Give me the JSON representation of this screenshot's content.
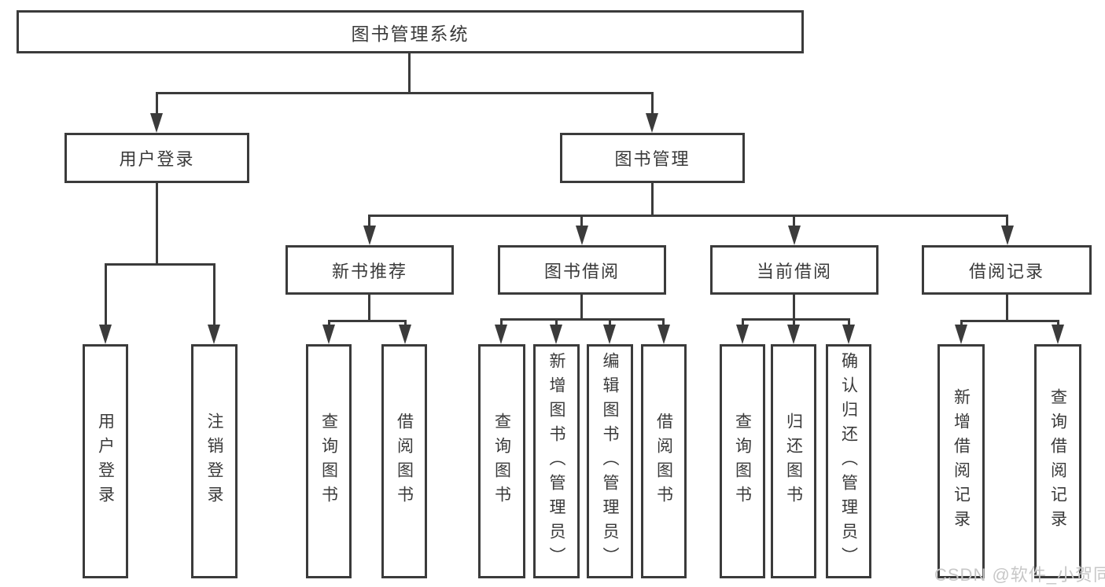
{
  "nodes": {
    "root": "图书管理系统",
    "user_login": "用户登录",
    "book_mgmt": "图书管理",
    "new_book_rec": "新书推荐",
    "book_borrow": "图书借阅",
    "current_borrow": "当前借阅",
    "borrow_record": "借阅记录",
    "leaf_user_login": "用户登录",
    "leaf_logout": "注销登录",
    "leaf_nb_query": "查询图书",
    "leaf_nb_borrow": "借阅图书",
    "leaf_bb_query": "查询图书",
    "leaf_bb_add": "新增图书（管理员）",
    "leaf_bb_edit": "编辑图书（管理员）",
    "leaf_bb_borrow": "借阅图书",
    "leaf_cb_query": "查询图书",
    "leaf_cb_return": "归还图书",
    "leaf_cb_confirm": "确认归还（管理员）",
    "leaf_br_add": "新增借阅记录",
    "leaf_br_query": "查询借阅记录"
  },
  "watermark": "CSDN @软件_小贺同学",
  "colors": {
    "line": "#3b3b3b",
    "text": "#3a3a3a",
    "background": "#ffffff",
    "watermark": "#c7c7c7"
  }
}
